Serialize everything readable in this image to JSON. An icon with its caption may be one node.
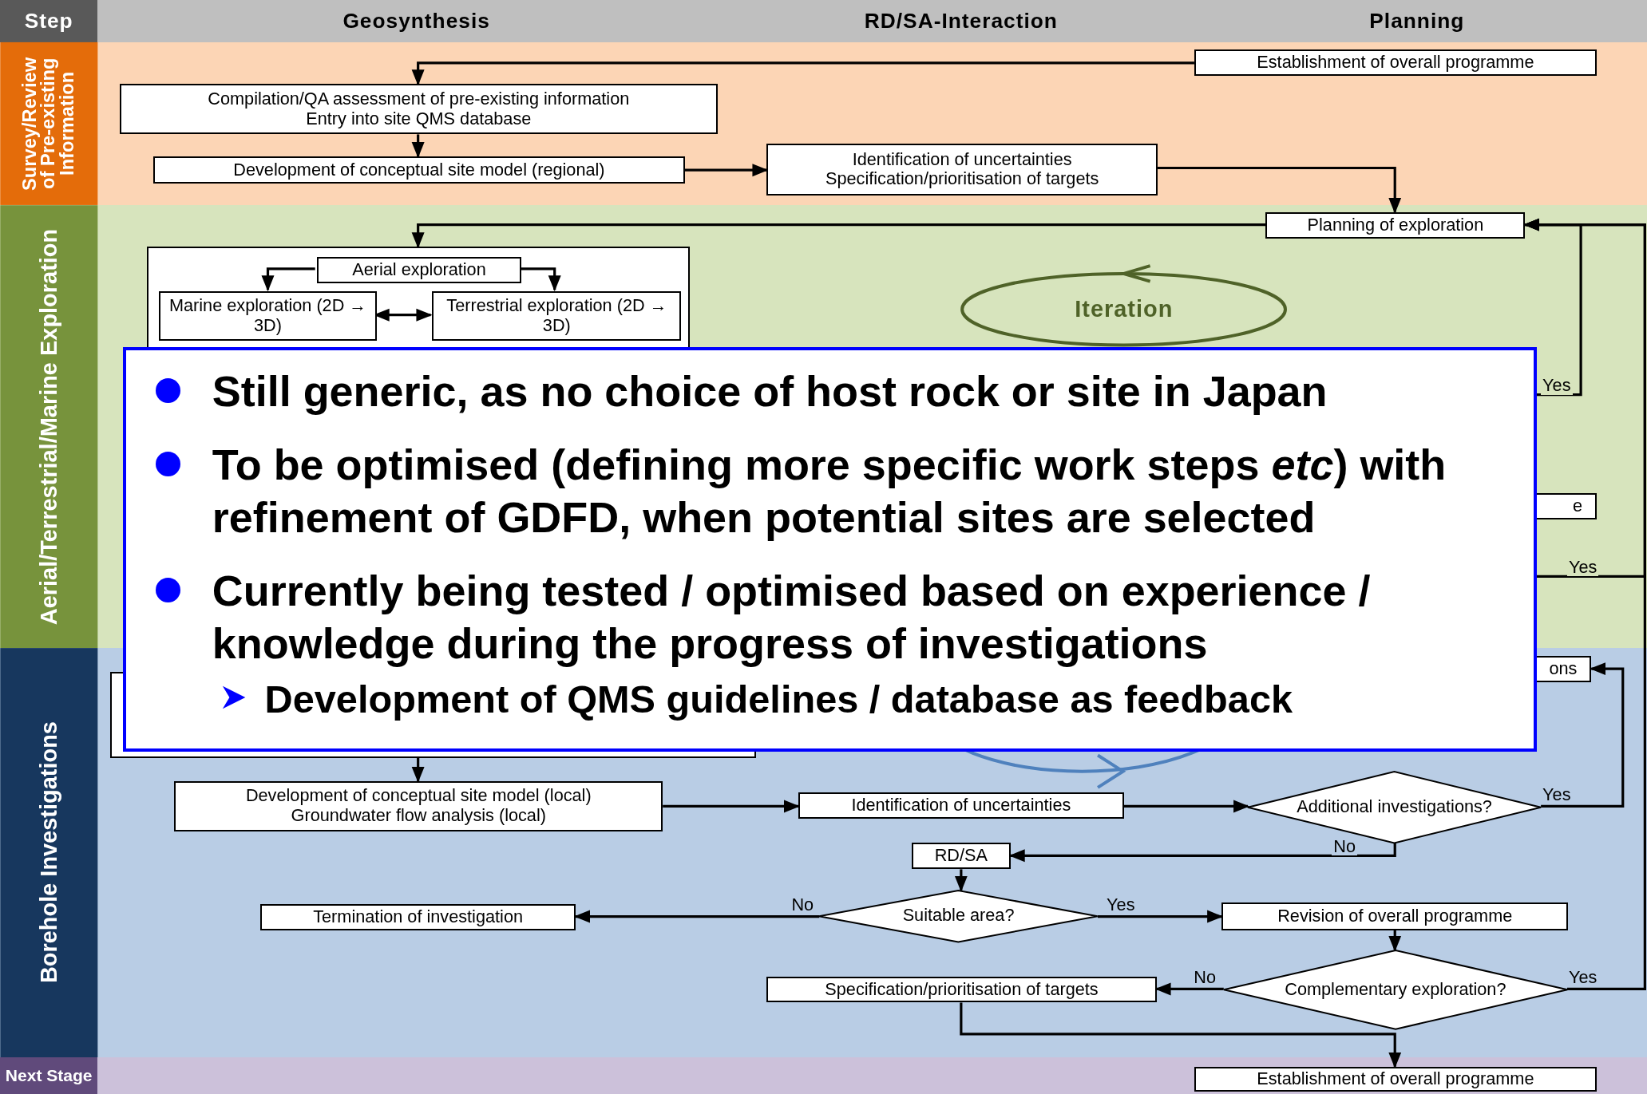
{
  "diagram": {
    "nodes": [
      {
        "text": [
          "Survey/Review of Pre-existing Information"
        ]
      },
      {
        "text": [
          "Establishment of overall programme"
        ],
        "in": 0
      },
      {
        "text": [
          "Compilation/QA assessment of pre-existing information",
          "Entry into site QMS database"
        ],
        "in": 0
      },
      {
        "text": [
          "Development of conceptual site model (regional)"
        ],
        "in": 0
      },
      {
        "text": [
          "Identification of uncertainties",
          "Specification/prioritisation of targets"
        ],
        "in": 0
      },
      {
        "text": [
          "Aerial/Terrestrial/Marine Exploration"
        ]
      },
      {
        "text": [
          "Planning of exploration"
        ],
        "in": 5
      },
      {
        "text": [],
        "shape": "box",
        "in": 5
      },
      {
        "text": [
          "Aerial exploration"
        ],
        "in": 7
      },
      {
        "text": [
          "Marine exploration (2D → 3D)"
        ],
        "in": 7
      },
      {
        "text": [
          "Terrestrial exploration (2D → 3D)"
        ],
        "in": 7
      },
      {
        "text": [
          "Iteration"
        ],
        "in": 5
      },
      {
        "text": [
          "e"
        ],
        "in": 5
      },
      {
        "text": [
          "Borehole Investigations"
        ]
      },
      {
        "text": [
          "ons"
        ],
        "in": 13
      },
      {
        "text": [],
        "shape": "box",
        "in": 13
      },
      {
        "text": [
          "Development of conceptual site model (local)",
          "Groundwater flow analysis (local)"
        ],
        "in": 13
      },
      {
        "text": [
          "Identification of uncertainties"
        ],
        "in": 13
      },
      {
        "text": [
          "Additional investigations?"
        ],
        "in": 13
      },
      {
        "text": [
          "RD/SA"
        ],
        "in": 13
      },
      {
        "text": [
          "Termination of investigation"
        ],
        "in": 13
      },
      {
        "text": [
          "Suitable area?"
        ],
        "in": 13
      },
      {
        "text": [
          "Revision of overall programme"
        ],
        "in": 13
      },
      {
        "text": [
          "Specification/prioritisation of targets"
        ],
        "in": 13
      },
      {
        "text": [
          "Complementary exploration?"
        ],
        "in": 13
      },
      {
        "text": [
          "Next Stage"
        ]
      },
      {
        "text": [
          "Establishment of overall programme"
        ],
        "in": 25
      },
      {
        "text": [],
        "shape": "ellipse",
        "in": 13
      },
      {
        "text": [
          "Still generic, as no choice of host rock or site in Japan",
          "To be optimised (defining more specific work steps *etc*) with refinement of GDFD, when potential sites are selected",
          "Currently being tested / optimised based on experience / knowledge during the progress of investigations",
          "Development of QMS guidelines / database as feedback"
        ]
      }
    ],
    "edges": [
      {
        "from": 1,
        "to": 2,
        "arrow": "to"
      },
      {
        "from": 2,
        "to": 3,
        "arrow": "to"
      },
      {
        "from": 3,
        "to": 4,
        "arrow": "to"
      },
      {
        "from": 4,
        "to": 6,
        "arrow": "to"
      },
      {
        "from": 6,
        "to": 7,
        "arrow": "to"
      },
      {
        "from": 8,
        "to": 9,
        "arrow": "to"
      },
      {
        "from": 8,
        "to": 10,
        "arrow": "to"
      },
      {
        "from": 9,
        "to": 10,
        "arrow": "both"
      },
      {
        "from": 28,
        "to": 6,
        "arrow": "to",
        "label": "Yes"
      },
      {
        "from": 28,
        "to": 6,
        "arrow": "to",
        "label": "Yes"
      },
      {
        "from": 15,
        "to": 16,
        "arrow": "to"
      },
      {
        "from": 16,
        "to": 17,
        "arrow": "to"
      },
      {
        "from": 17,
        "to": 18,
        "arrow": "to"
      },
      {
        "from": 18,
        "to": 14,
        "arrow": "to",
        "label": "Yes"
      },
      {
        "from": 18,
        "to": 19,
        "arrow": "to",
        "label": "No"
      },
      {
        "from": 19,
        "to": 21,
        "arrow": "to"
      },
      {
        "from": 21,
        "to": 20,
        "arrow": "to",
        "label": "No"
      },
      {
        "from": 21,
        "to": 22,
        "arrow": "to",
        "label": "Yes"
      },
      {
        "from": 22,
        "to": 24,
        "arrow": "to"
      },
      {
        "from": 24,
        "to": 23,
        "arrow": "to",
        "label": "No"
      },
      {
        "from": 24,
        "to": 6,
        "arrow": "to",
        "label": "Yes"
      },
      {
        "from": 23,
        "to": 26,
        "arrow": "to"
      }
    ],
    "labels": [
      "Step",
      "Geosynthesis",
      "RD/SA-Interaction",
      "Planning"
    ]
  }
}
